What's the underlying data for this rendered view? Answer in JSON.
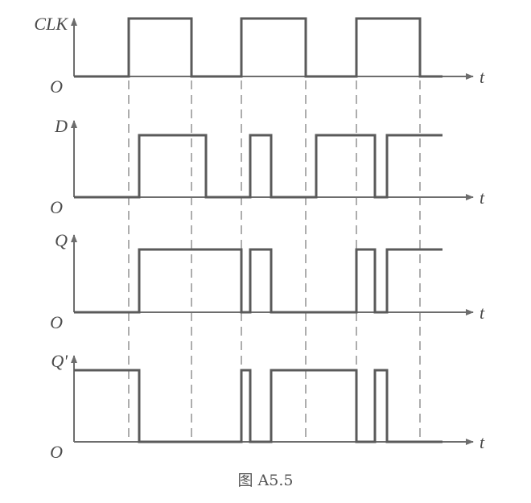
{
  "caption": "图 A5.5",
  "axis_label": "t",
  "origin_label": "O",
  "guide_times": [
    160,
    238,
    300,
    380,
    443,
    522
  ],
  "signals": [
    {
      "name": "CLK",
      "start_level": 0,
      "transitions": [
        160,
        238,
        300,
        380,
        443,
        522
      ]
    },
    {
      "name": "D",
      "start_level": 0,
      "transitions": [
        173,
        256,
        311,
        337,
        393,
        466,
        481
      ]
    },
    {
      "name": "Q",
      "start_level": 0,
      "transitions": [
        173,
        300,
        311,
        337,
        443,
        466,
        481
      ]
    },
    {
      "name": "Q'",
      "start_level": 1,
      "transitions": [
        173,
        300,
        311,
        337,
        443,
        466,
        481
      ]
    }
  ]
}
